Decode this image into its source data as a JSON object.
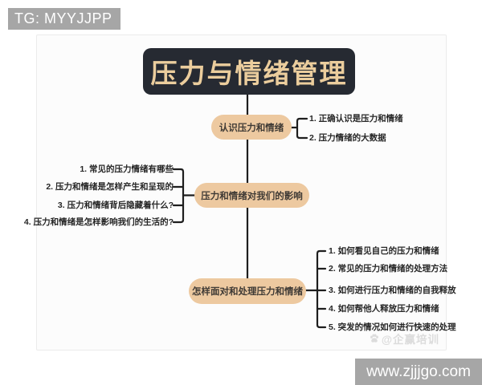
{
  "overlays": {
    "tg_badge": "TG: MYYJJPP",
    "site_banner": "www.zjjjgo.com"
  },
  "diagram": {
    "title": "压力与情绪管理",
    "branches": [
      {
        "label": "认识压力和情绪",
        "side": "right",
        "items": [
          "1. 正确认识是压力和情绪",
          "2. 压力情绪的大数据"
        ]
      },
      {
        "label": "压力和情绪对我们的影响",
        "side": "left",
        "items": [
          "1. 常见的压力情绪有哪些",
          "2. 压力和情绪是怎样产生和呈现的",
          "3. 压力和情绪背后隐藏着什么?",
          "4. 压力和情绪是怎样影响我们的生活的?"
        ]
      },
      {
        "label": "怎样面对和处理压力和情绪",
        "side": "right",
        "items": [
          "1. 如何看见自己的压力和情绪",
          "2. 常见的压力和情绪的处理方法",
          "3. 如何进行压力和情绪的自我释放",
          "4. 如何帮他人释放压力和情绪",
          "5. 突发的情况如何进行快速的处理"
        ]
      }
    ],
    "corner_watermark": {
      "icon": "paw-icon",
      "text": "@企赢培训"
    }
  },
  "colors": {
    "node_accent": "#edc9a0",
    "title_bg": "#262a32",
    "title_text": "#ebcd9d",
    "overlay_gray": "#a6a6a6",
    "line": "#1e1e1e"
  }
}
